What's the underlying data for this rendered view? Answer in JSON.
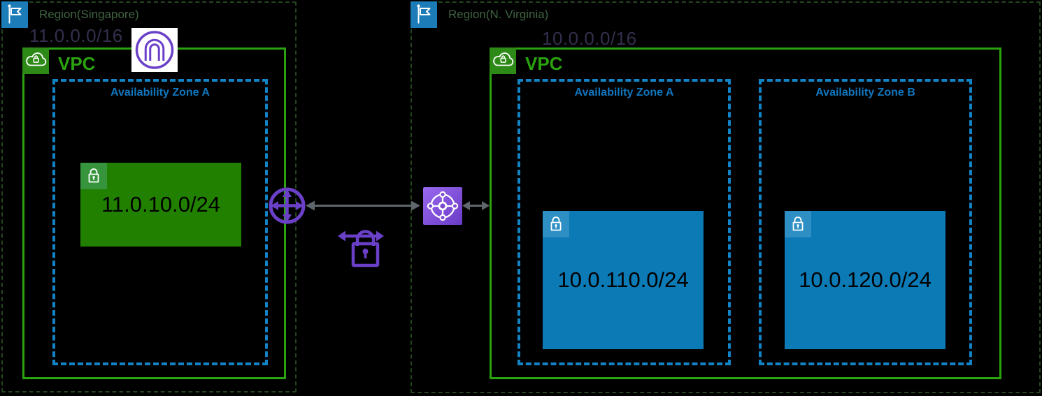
{
  "colors": {
    "background": "#000000",
    "region_border": "#24451e",
    "region_label_text": "#3f6340",
    "region_cidr_text": "#332f4d",
    "vpc_border_green": "#2aa30f",
    "vpc_icon_green": "#2e8a17",
    "az_border_blue": "#1283c4",
    "az_label_blue": "#1076be",
    "subnet_green": "#218000",
    "subnet_green_badge": "#36953c",
    "subnet_blue": "#0c7ab5",
    "subnet_blue_badge": "#2e8fc4",
    "subnet_text": "#000000",
    "gateway_purple": "#6b40c8",
    "transit_gateway_gradient_start": "#9a68f0",
    "transit_gateway_gradient_end": "#6a3bc5",
    "arrow_gray": "#5f666d",
    "flag_blue": "#1b7cb8"
  },
  "left_region": {
    "label": "Region(Singapore)",
    "cidr": "11.0.0.0/16",
    "vpc": {
      "label": "VPC",
      "availability_zones": [
        {
          "label": "Availability Zone A",
          "subnets": [
            {
              "cidr": "11.0.10.0/24",
              "variant": "green"
            }
          ]
        }
      ]
    },
    "icons": [
      "region-flag-icon",
      "internet-gateway-icon",
      "vpn-gateway-icon"
    ]
  },
  "right_region": {
    "label": "Region(N. Virginia)",
    "cidr": "10.0.0.0/16",
    "vpc": {
      "label": "VPC",
      "availability_zones": [
        {
          "label": "Availability Zone A",
          "subnets": [
            {
              "cidr": "10.0.110.0/24",
              "variant": "blue"
            }
          ]
        },
        {
          "label": "Availability Zone B",
          "subnets": [
            {
              "cidr": "10.0.120.0/24",
              "variant": "blue"
            }
          ]
        }
      ]
    },
    "icons": [
      "region-flag-icon"
    ]
  },
  "connection": {
    "icons": [
      "vpn-gateway-icon",
      "transit-gateway-icon",
      "vpn-connection-icon"
    ],
    "arrows": [
      "bidirectional-arrow",
      "bidirectional-arrow"
    ]
  }
}
